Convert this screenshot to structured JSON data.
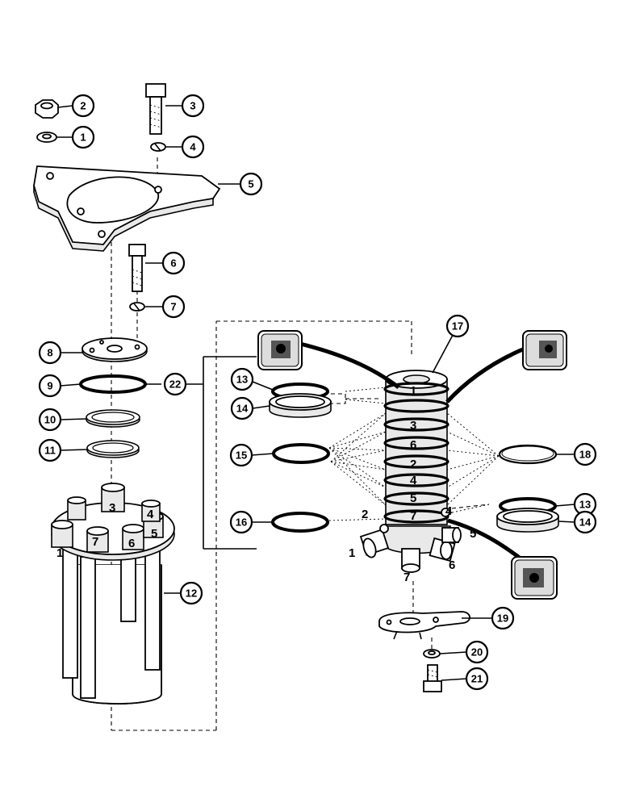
{
  "callouts": [
    {
      "id": "c1",
      "label": "1"
    },
    {
      "id": "c2",
      "label": "2"
    },
    {
      "id": "c3",
      "label": "3"
    },
    {
      "id": "c4",
      "label": "4"
    },
    {
      "id": "c5",
      "label": "5"
    },
    {
      "id": "c6",
      "label": "6"
    },
    {
      "id": "c7",
      "label": "7"
    },
    {
      "id": "c8",
      "label": "8"
    },
    {
      "id": "c9",
      "label": "9"
    },
    {
      "id": "c10",
      "label": "10"
    },
    {
      "id": "c11",
      "label": "11"
    },
    {
      "id": "c12",
      "label": "12"
    },
    {
      "id": "c13a",
      "label": "13"
    },
    {
      "id": "c14a",
      "label": "14"
    },
    {
      "id": "c15",
      "label": "15"
    },
    {
      "id": "c16",
      "label": "16"
    },
    {
      "id": "c17",
      "label": "17"
    },
    {
      "id": "c18",
      "label": "18"
    },
    {
      "id": "c13b",
      "label": "13"
    },
    {
      "id": "c14b",
      "label": "14"
    },
    {
      "id": "c19",
      "label": "19"
    },
    {
      "id": "c20",
      "label": "20"
    },
    {
      "id": "c21",
      "label": "21"
    },
    {
      "id": "c22",
      "label": "22"
    }
  ],
  "housing_port_labels": [
    "1",
    "7",
    "6",
    "5",
    "4",
    "3"
  ],
  "spool_ring_labels": [
    "1",
    "3",
    "6",
    "2",
    "4",
    "5",
    "7"
  ],
  "fitting_port_labels": [
    "2",
    "4",
    "5",
    "1",
    "7",
    "6"
  ]
}
